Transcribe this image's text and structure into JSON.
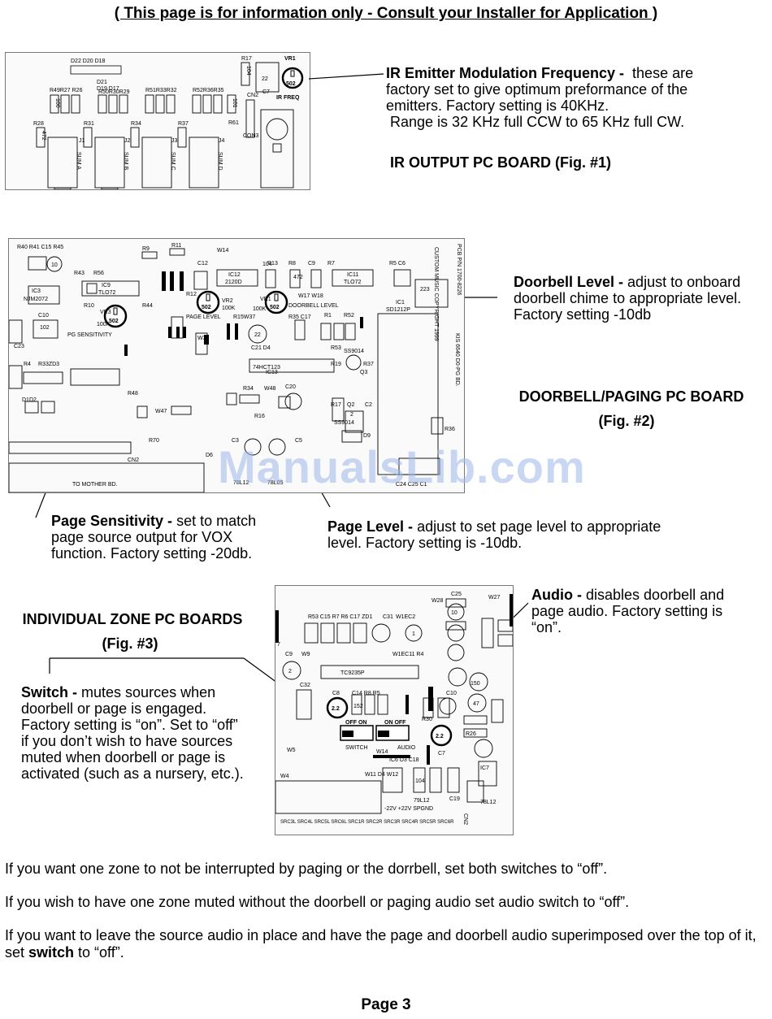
{
  "header": "( This page is for information only - Consult your Installer for Application )",
  "fig1": {
    "note_title": "IR Emitter Modulation Frequency -",
    "note_lines": [
      "these are",
      "factory set to give optimum preformance of the",
      "emitters. Factory setting is 40KHz.",
      "Range is 32 KHz full CCW to 65 KHz full CW."
    ],
    "caption": "IR OUTPUT PC BOARD  (Fig. #1)",
    "labels": {
      "vr1": "VR1",
      "vr1_val": "502",
      "ir_freq": "IR FREQ",
      "j1": "J1",
      "j2": "J2",
      "j3": "J3",
      "j4": "J4",
      "sum_a": "SUM A",
      "sum_b": "SUM B",
      "sum_c": "SUM C",
      "sum_d": "SUM D",
      "r17": "R17",
      "cn2": "CN2",
      "con3": "CON3",
      "c7": "C7",
      "c_val": "22",
      "d_row": "D22 D20 D18",
      "d_row2": "D21",
      "d_row3": "D19 D17",
      "r_row1": "R49R27 R26",
      "r_row2": "R50R30R29",
      "r_row3": "R51R33R32",
      "r_row4": "R52R36R35",
      "r28": "R28",
      "r31": "R31",
      "r34": "R34",
      "r37": "R37",
      "r61": "R61",
      "v472": "472",
      "v100": "100",
      "v101": "101",
      "v104": "104"
    }
  },
  "fig2": {
    "doorbell_title": "Doorbell Level -",
    "doorbell_lines": [
      "adjust to onboard",
      "doorbell chime to appropriate level.",
      "Factory setting -10db"
    ],
    "caption1": "DOORBELL/PAGING PC BOARD",
    "caption2": "(Fig. #2)",
    "sens_title": "Page Sensitivity -",
    "sens_lines": [
      "set to match",
      "page source output for VOX",
      "function. Factory setting -20db."
    ],
    "level_title": "Page Level -",
    "level_lines": [
      "adjust to set page level to appropriate",
      "level. Factory setting is -10db."
    ],
    "labels": {
      "vr3": "VR3",
      "vr3_val": "502",
      "vr3_k": "100K",
      "pg_sens": "PG SENSITIVITY",
      "vr2": "VR2",
      "vr2_val": "502",
      "vr2_k": "100K",
      "page_level": "PAGE LEVEL",
      "vr1": "VR1",
      "vr1_val": "502",
      "vr1_k": "100K",
      "doorbell_level": "DOORBELL LEVEL",
      "ic9": "IC9",
      "tl072": "TLO72",
      "ic12": "IC12",
      "ic12_val": "2120D",
      "ic11": "IC11",
      "tl072b": "TLO72",
      "ic3": "IC3",
      "njm": "NJM2072",
      "ic13": "74HCT123",
      "ic13b": "IC13",
      "ic1": "IC1",
      "ic1_val": "SD1212P",
      "to_mother": "TO MOTHER BD.",
      "cn2": "CN2",
      "c21": "C21 D4",
      "w14": "W14",
      "w17": "W17 W18",
      "w33": "W33",
      "w47": "W47",
      "w48": "W48",
      "ss9014": "SS9014",
      "ss9014b": "SS9014",
      "r70": "R70",
      "r53": "R53",
      "r35": "R35 C17",
      "r1": "R1",
      "r52": "R52",
      "r10": "R10",
      "r43": "R43",
      "r56": "R56",
      "r44": "R44",
      "r12": "R12",
      "r15": "R15W37",
      "r13": "R13",
      "r8": "R8",
      "c9": "C9",
      "r7": "R7",
      "r5": "R5 C6",
      "c12": "C12",
      "r9": "R9",
      "r11": "R11",
      "r40": "R40 R41 C15 R45",
      "c10": "C10",
      "c23": "C23",
      "r4": "R4",
      "r33": "R33ZD3",
      "d1": "D1D2",
      "r48": "R48",
      "c20": "C20",
      "r34": "R34",
      "r16": "R16",
      "r17": "R17",
      "q2": "Q2",
      "c2": "C2",
      "r19": "R19",
      "r37": "R37",
      "q3": "Q3",
      "r36": "R36",
      "d9": "D9",
      "c3": "C3",
      "c5": "C5",
      "d6": "D6",
      "l12": "78L12",
      "l05": "78L05",
      "c24": "C24 C25 C1",
      "copy": "CUSTOM MUSIC COPYRIGHT 1999",
      "pcb": "PCB P/N 1700-8226",
      "kbs": "KIS 6640 D0-PG BD.",
      "v104": "104",
      "v102": "102",
      "v472": "472",
      "v10": "10",
      "v22": "22",
      "v223": "223",
      "v2": "2"
    }
  },
  "watermark": "ManualsLib.com",
  "fig3": {
    "caption1": "INDIVIDUAL ZONE PC BOARDS",
    "caption2": "(Fig. #3)",
    "audio_title": "Audio -",
    "audio_lines": [
      "disables doorbell and",
      "page audio. Factory setting is",
      "“on”."
    ],
    "switch_title": "Switch -",
    "switch_lines": [
      "mutes sources when",
      "doorbell or page is engaged.",
      "Factory setting is “on”. Set to “off”",
      "if you don’t wish to have sources",
      "muted when doorbell or page is",
      "activated (such as a nursery, etc.)."
    ],
    "labels": {
      "off_on": "OFF  ON",
      "switch": "SWITCH",
      "on_off": "ON  OFF",
      "audio": "AUDIO",
      "tc": "TC9235P",
      "r53": "R53 C15 R7 R6 C17 ZD1",
      "c31": "C31",
      "w1": "W1EC2",
      "w28": "W28",
      "c25": "C25",
      "w27": "W27",
      "c9": "C9",
      "w9": "W9",
      "w1b": "W1EC11 R4",
      "c32": "C32",
      "c8": "C8",
      "c14": "C14 R8 R5",
      "c10": "C10",
      "r30": "R30",
      "c7": "C7",
      "r26": "R26",
      "w5": "W5",
      "w4": "W4",
      "w14": "W14",
      "w11": "W11 D4 W12",
      "ic6": "IC6 D3 C18",
      "l12": "79L12",
      "c19": "C19",
      "ic7": "IC7",
      "l12b": "78L12",
      "minus22": "-22V  +22V SPGND",
      "src": "SRC3L SRC4L SRC5L SRC6L SRC1R SRC2R SRC3R SRC4R SRC5R SRC6R",
      "cn2": "CN2",
      "v22": "2.2",
      "v10": "10",
      "v47": "47",
      "v150": "150",
      "v104": "104",
      "v152": "152",
      "v1": "1",
      "v2": "2",
      "v7": "7"
    }
  },
  "instructions": [
    "If you want one zone to not be interrupted by paging or the dorrbell, set both switches to “off”.",
    "If you wish to have one zone muted without the doorbell or paging audio set audio switch to “off”."
  ],
  "instruction3": {
    "before": "If you want to leave the source audio in place and have the page and doorbell audio superimposed over the top of it, set ",
    "bold": "switch",
    "after": " to “off”."
  },
  "footer": "Page 3"
}
